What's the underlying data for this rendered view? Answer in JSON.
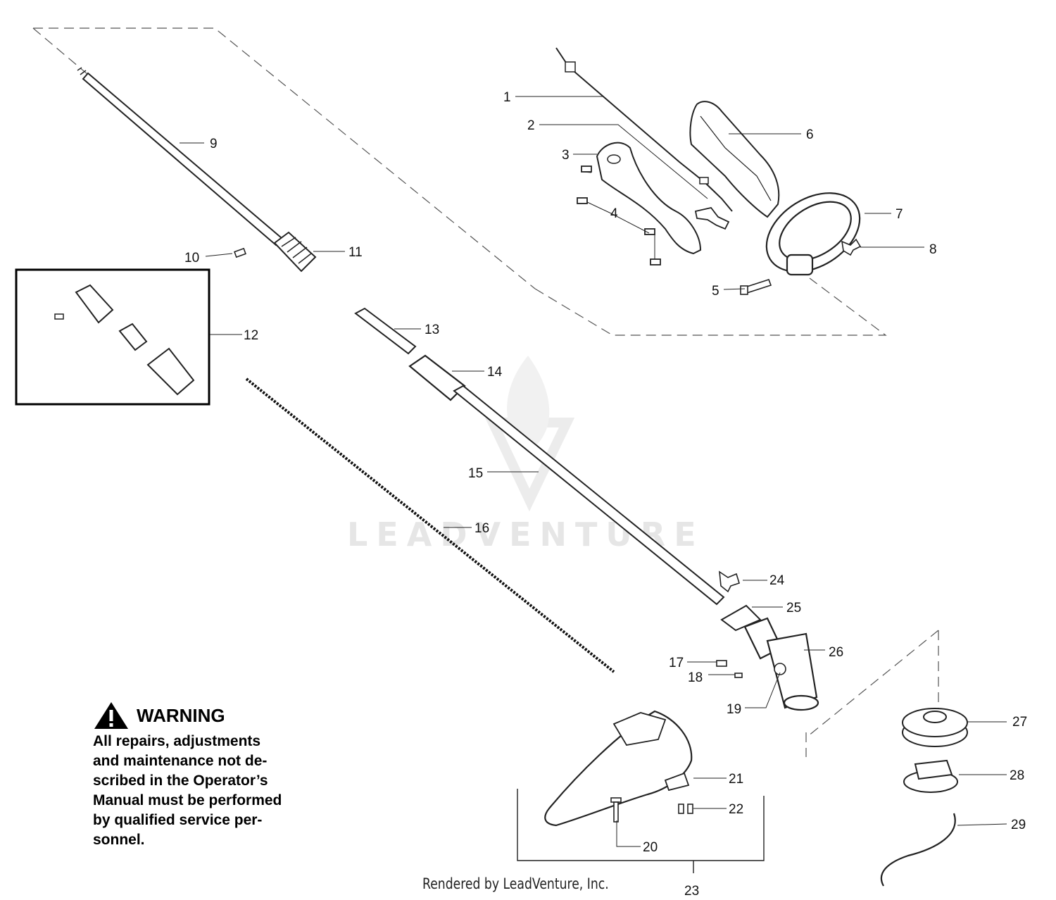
{
  "watermark": {
    "text": "LEADVENTURE"
  },
  "part_callouts": [
    {
      "id": 1,
      "label": "1"
    },
    {
      "id": 2,
      "label": "2"
    },
    {
      "id": 3,
      "label": "3"
    },
    {
      "id": 4,
      "label": "4"
    },
    {
      "id": 5,
      "label": "5"
    },
    {
      "id": 6,
      "label": "6"
    },
    {
      "id": 7,
      "label": "7"
    },
    {
      "id": 8,
      "label": "8"
    },
    {
      "id": 9,
      "label": "9"
    },
    {
      "id": 10,
      "label": "10"
    },
    {
      "id": 11,
      "label": "11"
    },
    {
      "id": 12,
      "label": "12"
    },
    {
      "id": 13,
      "label": "13"
    },
    {
      "id": 14,
      "label": "14"
    },
    {
      "id": 15,
      "label": "15"
    },
    {
      "id": 16,
      "label": "16"
    },
    {
      "id": 17,
      "label": "17"
    },
    {
      "id": 18,
      "label": "18"
    },
    {
      "id": 19,
      "label": "19"
    },
    {
      "id": 20,
      "label": "20"
    },
    {
      "id": 21,
      "label": "21"
    },
    {
      "id": 22,
      "label": "22"
    },
    {
      "id": 23,
      "label": "23"
    },
    {
      "id": 24,
      "label": "24"
    },
    {
      "id": 25,
      "label": "25"
    },
    {
      "id": 26,
      "label": "26"
    },
    {
      "id": 27,
      "label": "27"
    },
    {
      "id": 28,
      "label": "28"
    },
    {
      "id": 29,
      "label": "29"
    }
  ],
  "warning": {
    "title": "WARNING",
    "lines": [
      "All  repairs,  adjustments",
      "and maintenance not de-",
      "scribed in the Operator’s",
      "Manual must be performed",
      "by qualified  service per-",
      "sonnel."
    ]
  },
  "footer": {
    "credit": "Rendered by LeadVenture, Inc."
  }
}
